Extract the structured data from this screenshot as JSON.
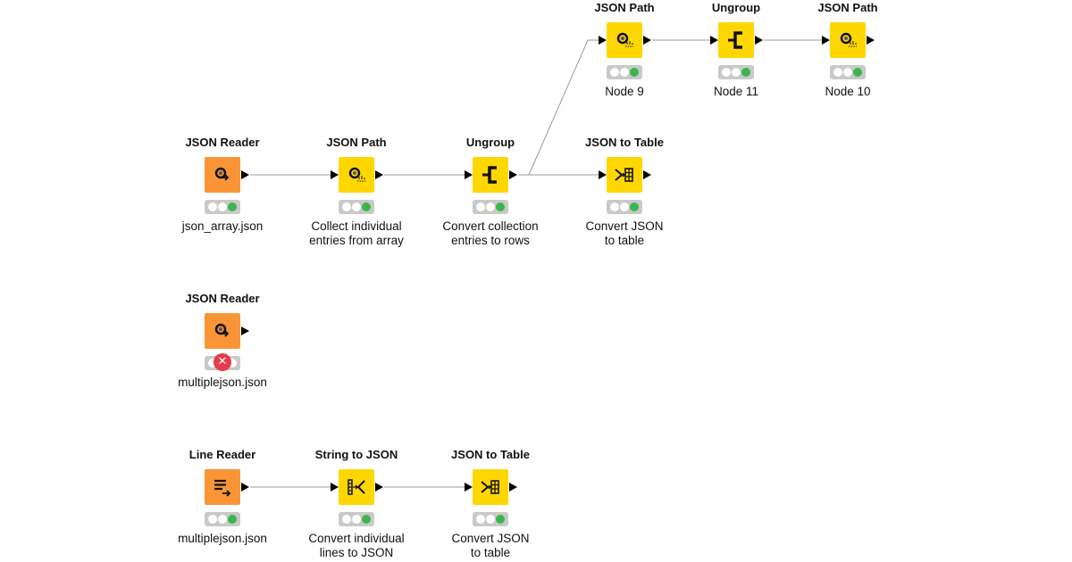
{
  "workflow": {
    "nodes": {
      "n1": {
        "title": "JSON Reader",
        "label": "json_array.json",
        "status": "executed"
      },
      "n2": {
        "title": "JSON Path",
        "label": "Collect individual\nentries from array",
        "status": "executed"
      },
      "n3": {
        "title": "Ungroup",
        "label": "Convert collection\nentries to rows",
        "status": "executed"
      },
      "n4": {
        "title": "JSON to Table",
        "label": "Convert JSON\nto table",
        "status": "executed"
      },
      "n9": {
        "title": "JSON Path",
        "label": "Node 9",
        "status": "executed"
      },
      "n11": {
        "title": "Ungroup",
        "label": "Node 11",
        "status": "executed"
      },
      "n10": {
        "title": "JSON Path",
        "label": "Node 10",
        "status": "executed"
      },
      "n5": {
        "title": "JSON Reader",
        "label": "multiplejson.json",
        "status": "error",
        "error_glyph": "✕"
      },
      "n6": {
        "title": "Line Reader",
        "label": "multiplejson.json",
        "status": "executed"
      },
      "n7": {
        "title": "String to JSON",
        "label": "Convert individual\nlines to JSON",
        "status": "executed"
      },
      "n8": {
        "title": "JSON to Table",
        "label": "Convert JSON\nto table",
        "status": "executed"
      }
    }
  },
  "colors": {
    "source_node": "#f99537",
    "manipulator_node": "#ffd700",
    "status_green": "#3cb64b",
    "status_error": "#e43c4a",
    "connection": "#9a9a9a"
  }
}
